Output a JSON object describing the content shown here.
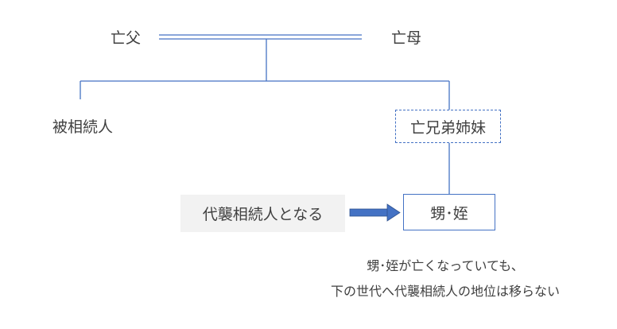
{
  "diagram": {
    "father": "亡父",
    "mother": "亡母",
    "decedent": "被相続人",
    "deceased_siblings": "亡兄弟姉妹",
    "nephew_niece": "甥･姪",
    "representative_heir": "代襲相続人となる"
  },
  "note": {
    "line1": "甥･姪が亡くなっていても、",
    "line2": "下の世代へ代襲相続人の地位は移らない"
  },
  "colors": {
    "line": "#4472c4",
    "arrow": "#4472c4",
    "label_bg": "#f2f2f2",
    "text": "#404040"
  }
}
